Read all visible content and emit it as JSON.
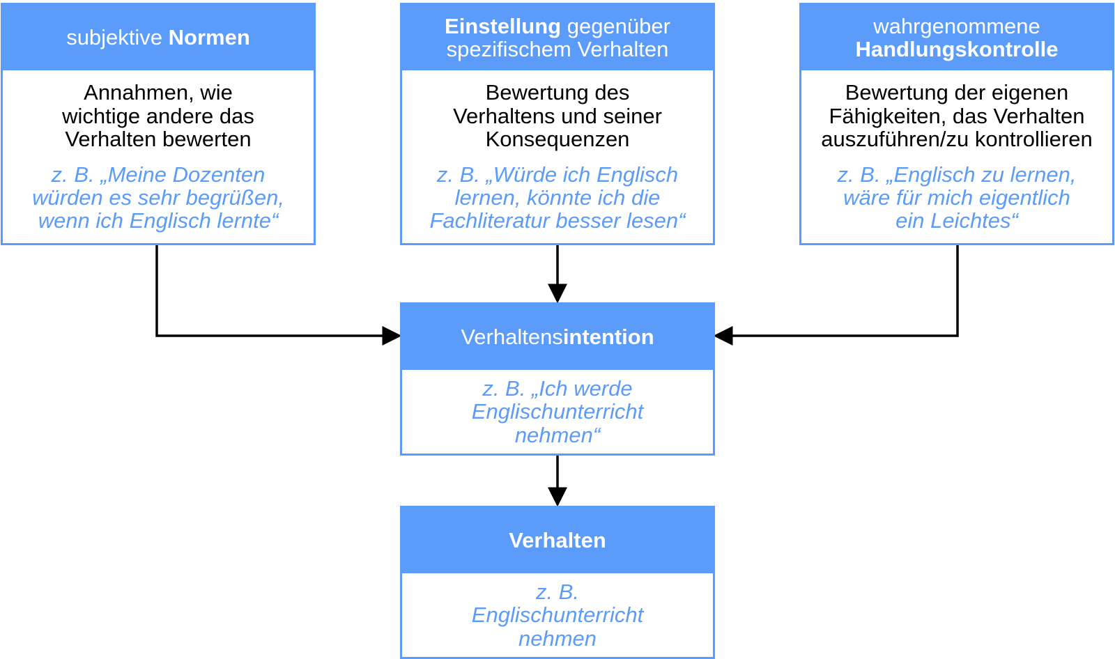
{
  "colors": {
    "accent": "#5b9bf9",
    "text": "#000000",
    "example_text": "#5b9bf9"
  },
  "norms": {
    "title_pre": "subjektive ",
    "title_bold": "Normen",
    "description_lines": [
      "Annahmen, wie",
      "wichtige andere das",
      "Verhalten bewerten"
    ],
    "example_lines": [
      "z. B. „Meine Dozenten",
      "würden es sehr begrüßen,",
      "wenn ich Englisch lernte“"
    ]
  },
  "attitude": {
    "title_bold": "Einstellung",
    "title_post": " gegenüber",
    "title_line2": "spezifischem Verhalten",
    "description_lines": [
      "Bewertung des",
      "Verhaltens und seiner",
      "Konsequenzen"
    ],
    "example_lines": [
      "z. B. „Würde ich Englisch",
      "lernen, könnte ich die",
      "Fachliteratur besser lesen“"
    ]
  },
  "control": {
    "title_line1": "wahrgenommene",
    "title_bold": "Handlungskontrolle",
    "description_lines": [
      "Bewertung der eigenen",
      "Fähigkeiten, das Verhalten",
      "auszuführen/zu kontrollieren"
    ],
    "example_lines": [
      "z. B. „Englisch zu lernen,",
      "wäre für mich eigentlich",
      "ein Leichtes“"
    ]
  },
  "intention": {
    "title_pre": "Verhaltens",
    "title_bold": "intention",
    "example_lines": [
      "z. B. „Ich werde",
      "Englischunterricht",
      "nehmen“"
    ]
  },
  "behavior": {
    "title_bold": "Verhalten",
    "example_lines": [
      "z. B.",
      "Englischunterricht",
      "nehmen"
    ]
  }
}
